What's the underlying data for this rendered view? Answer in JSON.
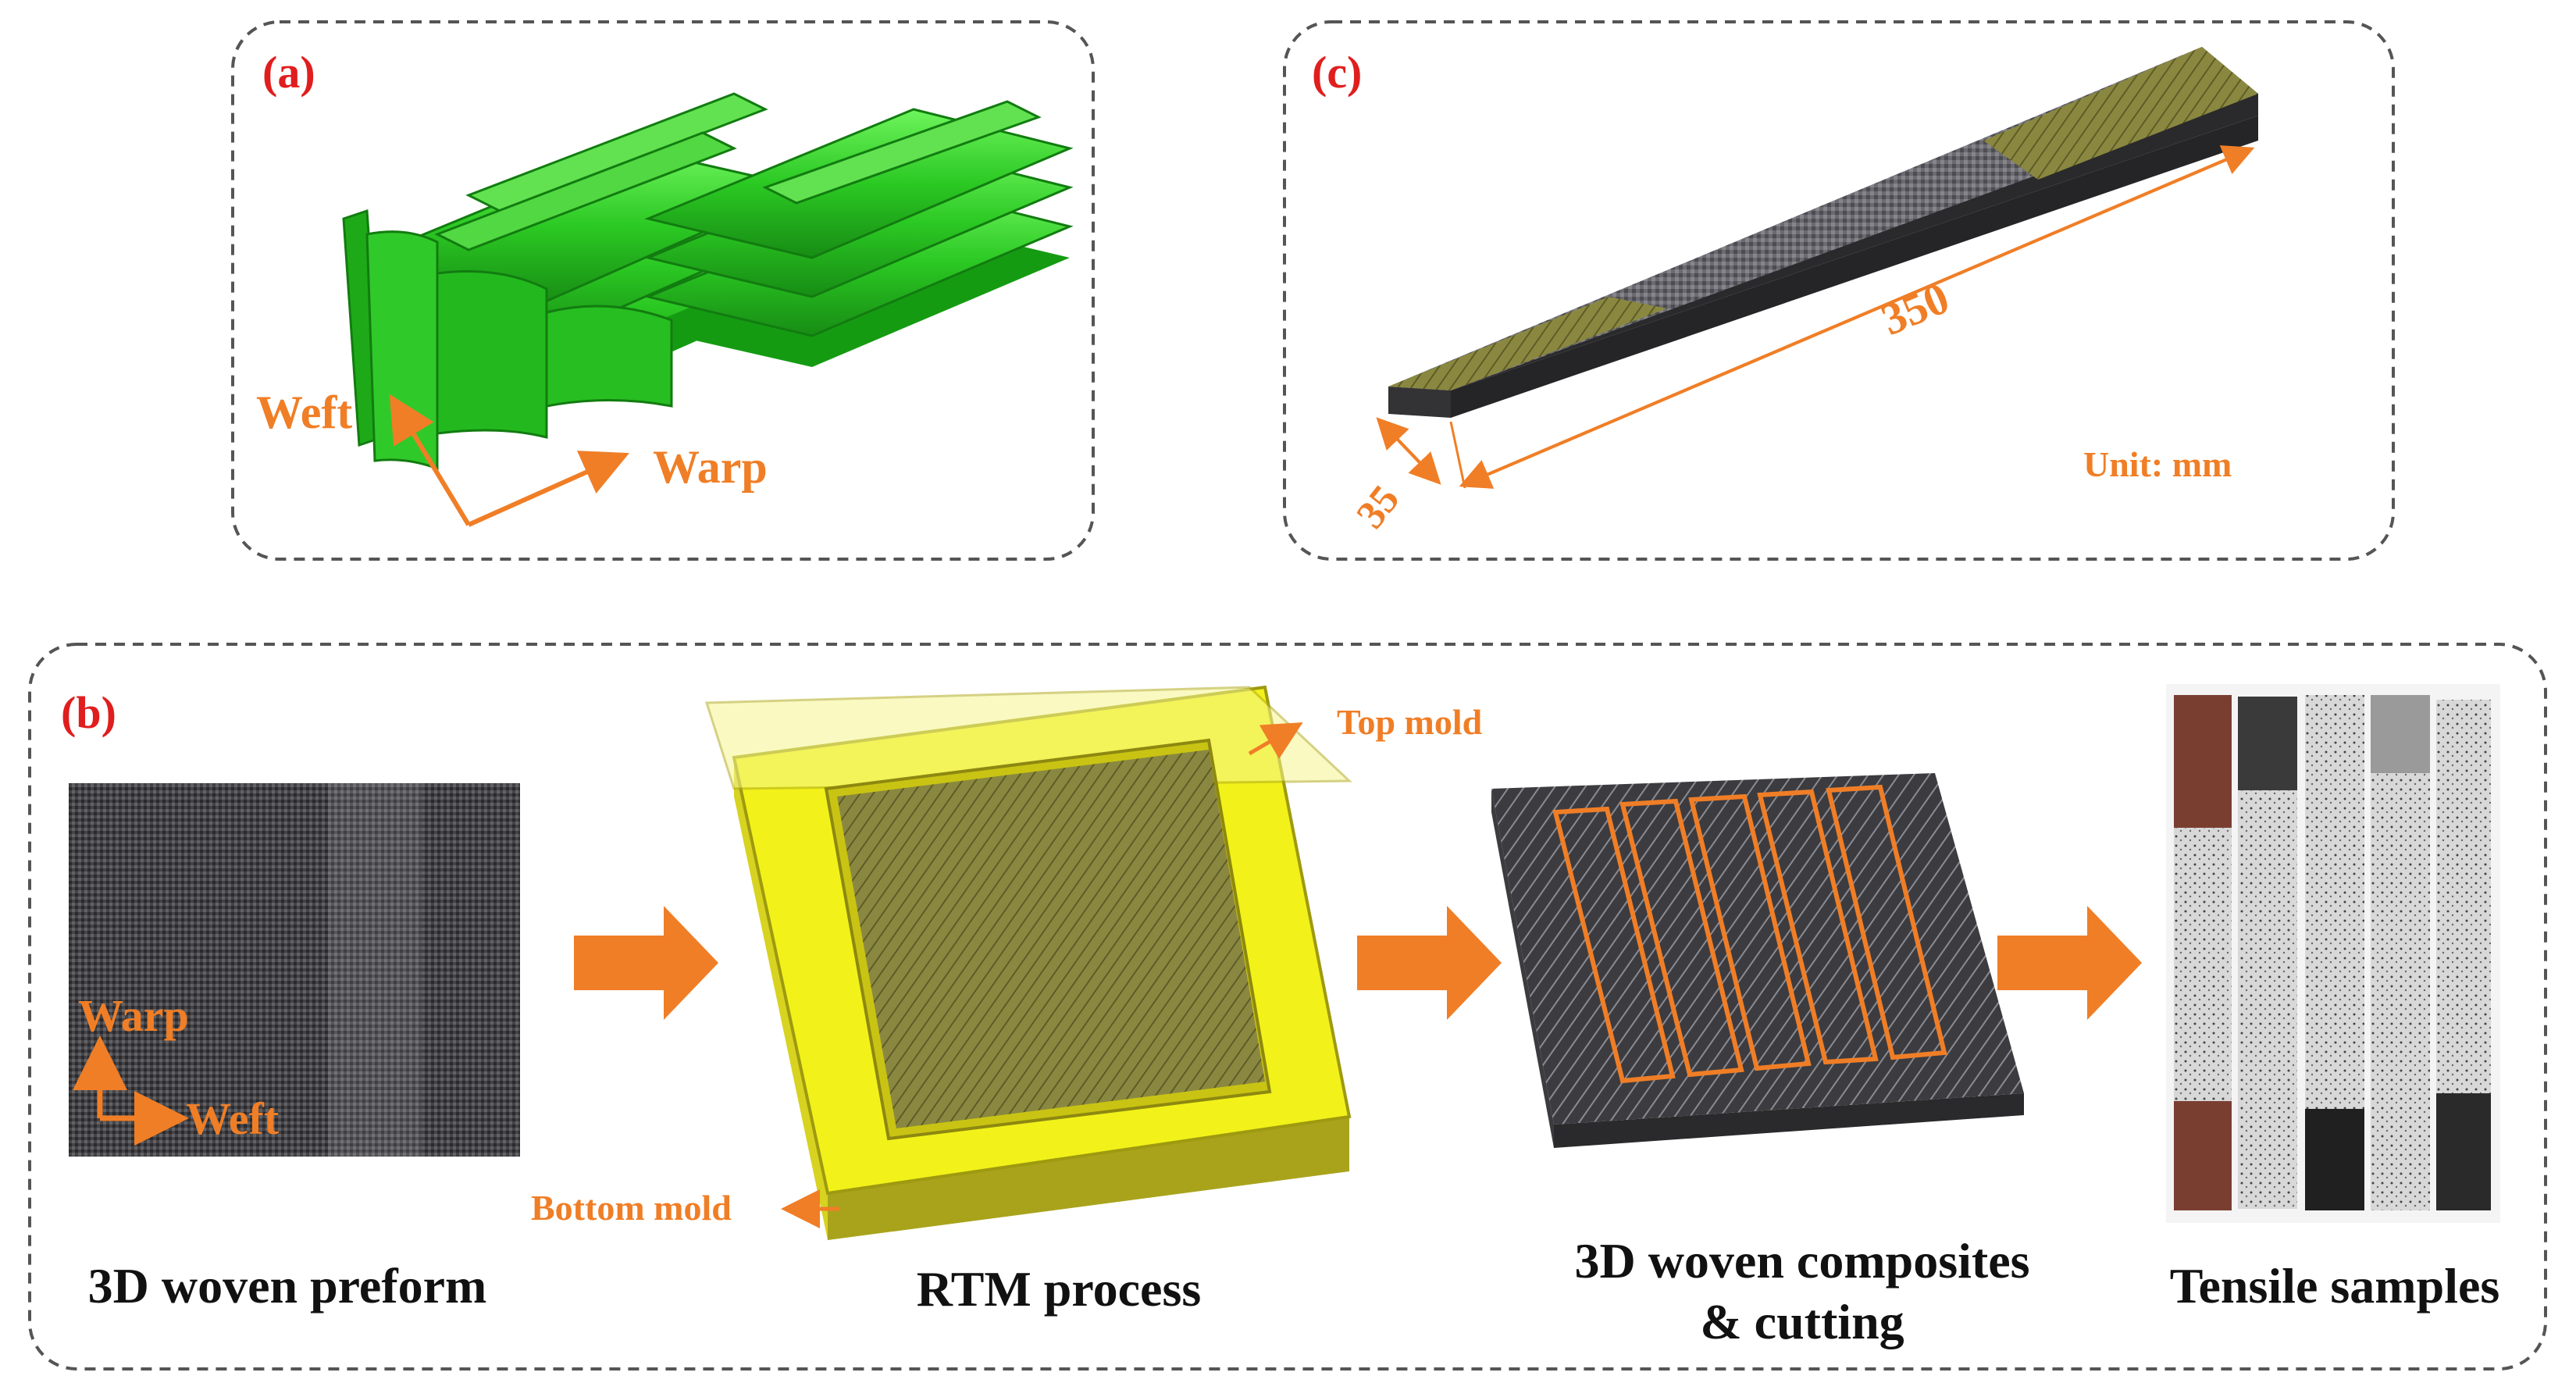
{
  "panels": {
    "a": {
      "label": "(a)",
      "axis_weft": "Weft",
      "axis_warp": "Warp"
    },
    "b": {
      "label": "(b)",
      "preform_axis_warp": "Warp",
      "preform_axis_weft": "Weft",
      "mold_top_label": "Top mold",
      "mold_bottom_label": "Bottom mold",
      "steps": [
        {
          "caption": "3D woven preform"
        },
        {
          "caption": "RTM process"
        },
        {
          "caption_line1": "3D woven composites",
          "caption_line2": "& cutting"
        },
        {
          "caption": "Tensile samples"
        }
      ]
    },
    "c": {
      "label": "(c)",
      "length_dim": "350",
      "width_dim": "35",
      "unit_note": "Unit: mm"
    }
  },
  "colors": {
    "label_red": "#e01e1e",
    "annotation_orange": "#f07e26",
    "weave_green": "#21c21c",
    "mold_yellow": "#f2f21a",
    "tab_olive": "#8c8a3c",
    "composite_dark": "#3a3a3e",
    "panel_border": "#555555"
  }
}
